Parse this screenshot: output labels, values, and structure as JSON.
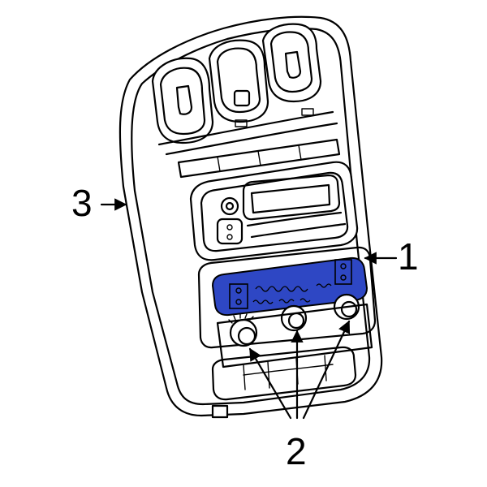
{
  "callouts": {
    "part_1": "1",
    "part_2": "2",
    "part_3": "3"
  },
  "colors": {
    "highlight": "#2e47c4",
    "line": "#000000",
    "background": "#ffffff"
  }
}
